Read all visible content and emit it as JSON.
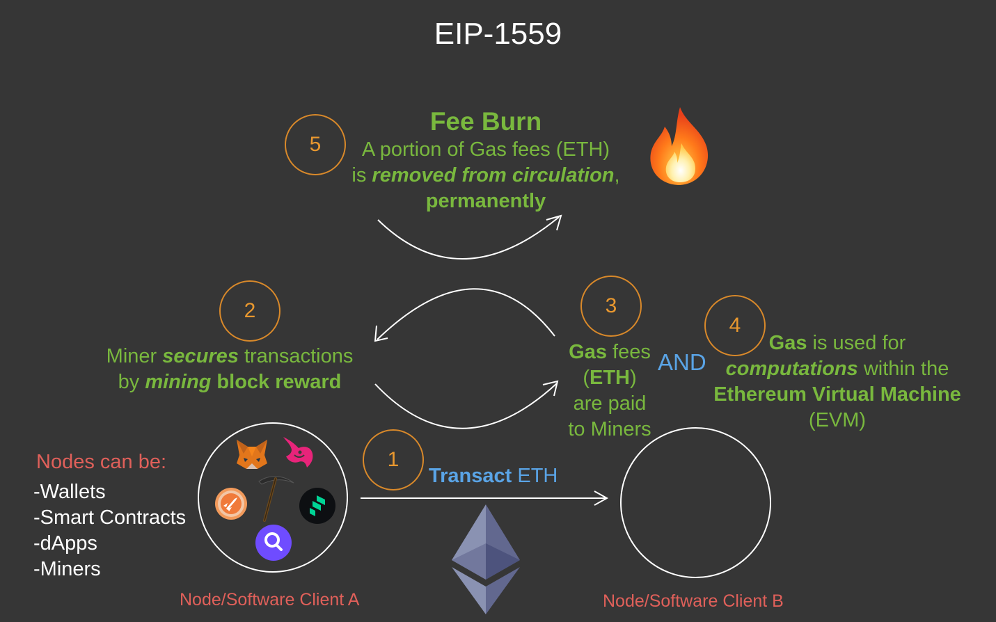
{
  "title": "EIP-1559",
  "steps": {
    "s1": "1",
    "s2": "2",
    "s3": "3",
    "s4": "4",
    "s5": "5"
  },
  "fee_burn": {
    "heading": "Fee Burn",
    "line1": "A portion of Gas fees (ETH)",
    "line2_a": "is ",
    "line2_b": "removed from circulation",
    "line2_c": ",",
    "line3": "permanently"
  },
  "miner": {
    "line1_a": "Miner ",
    "line1_b": "secures",
    "line1_c": " transactions",
    "line2_a": "by ",
    "line2_b": "mining",
    "line2_c": " block reward"
  },
  "gas_fees": {
    "line1_a": "Gas",
    "line1_b": " fees",
    "line2_a": "(",
    "line2_b": "ETH",
    "line2_c": ")",
    "line3": "are paid",
    "line4": "to Miners"
  },
  "and_label": "AND",
  "evm": {
    "line1_a": "Gas",
    "line1_b": " is used for",
    "line2_a": "computations",
    "line2_b": " within the",
    "line3": "Ethereum Virtual Machine",
    "line4": "(EVM)"
  },
  "transact": {
    "bold": "Transact",
    "rest": " ETH"
  },
  "nodes": {
    "heading": "Nodes can be:",
    "items": [
      "-Wallets",
      "-Smart Contracts",
      "-dApps",
      "-Miners"
    ]
  },
  "client_a": "Node/Software Client A",
  "client_b": "Node/Software Client B",
  "icons": {
    "flame": "fire-icon",
    "eth": "ethereum-logo",
    "fox": "metamask-fox-icon",
    "unicorn": "uniswap-unicorn-icon",
    "rocket": "rocket-icon",
    "pickaxe": "pickaxe-icon",
    "compound": "compound-icon",
    "graph": "the-graph-icon"
  },
  "colors": {
    "background": "#363636",
    "green": "#79b83e",
    "orange": "#d9892a",
    "blue": "#5aa4e6",
    "red": "#e0605a"
  }
}
